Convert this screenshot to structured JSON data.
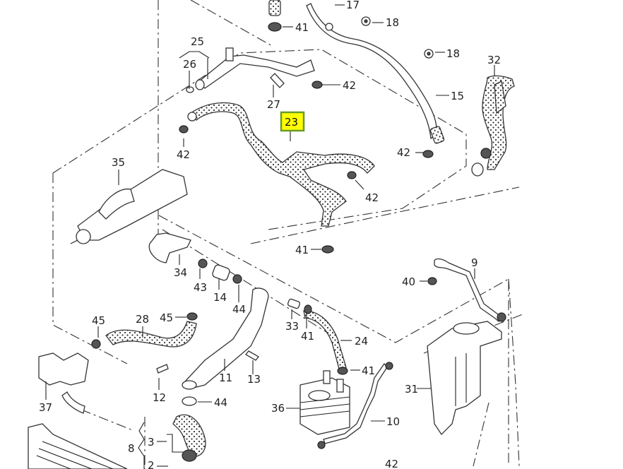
{
  "diagram": {
    "type": "exploded-parts-diagram",
    "subject": "engine coolant hoses and pipes",
    "highlighted_part": "23",
    "highlight_color": "#ffff00",
    "highlight_border_color": "#6a9a2a",
    "labels": {
      "p17": "17",
      "p18a": "18",
      "p18b": "18",
      "p41a": "41",
      "p25": "25",
      "p26": "26",
      "p27": "27",
      "p42a": "42",
      "p15": "15",
      "p32": "32",
      "p23": "23",
      "p42b": "42",
      "p42c": "42",
      "p35": "35",
      "p42d": "42",
      "p42e": "42",
      "p41b": "41",
      "p34": "34",
      "p43": "43",
      "p14": "14",
      "p44a": "44",
      "p9": "9",
      "p40": "40",
      "p45a": "45",
      "p28": "28",
      "p45b": "45",
      "p33": "33",
      "p41c": "41",
      "p24": "24",
      "p41d": "41",
      "p11": "11",
      "p13": "13",
      "p12": "12",
      "p44b": "44",
      "p31": "31",
      "p37": "37",
      "p36": "36",
      "p10": "10",
      "p8": "8",
      "p3": "3",
      "p2": "2",
      "p42f": "42"
    }
  }
}
